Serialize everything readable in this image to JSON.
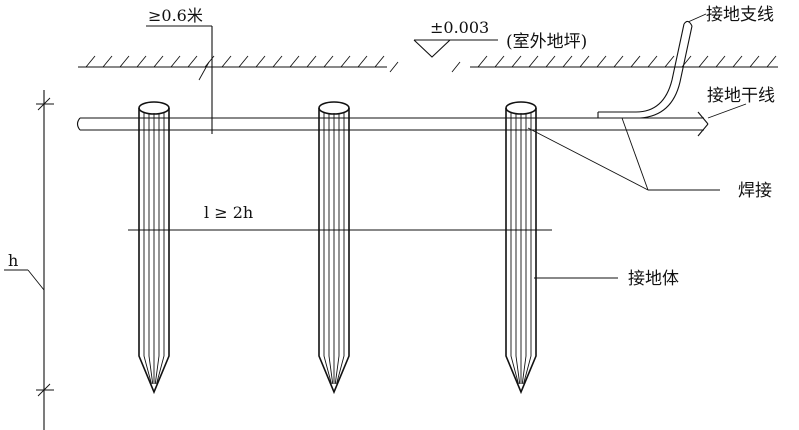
{
  "labels": {
    "depth_label": "≥0.6米",
    "elevation_value": "±0.003",
    "ground_label": "(室外地坪)",
    "branch_line_label": "接地支线",
    "main_line_label": "接地干线",
    "weld_label": "焊接",
    "electrode_label": "接地体",
    "spacing_label": "l ≥ 2h",
    "height_label": "h"
  },
  "colors": {
    "ink": "#111111",
    "paper": "#ffffff"
  }
}
